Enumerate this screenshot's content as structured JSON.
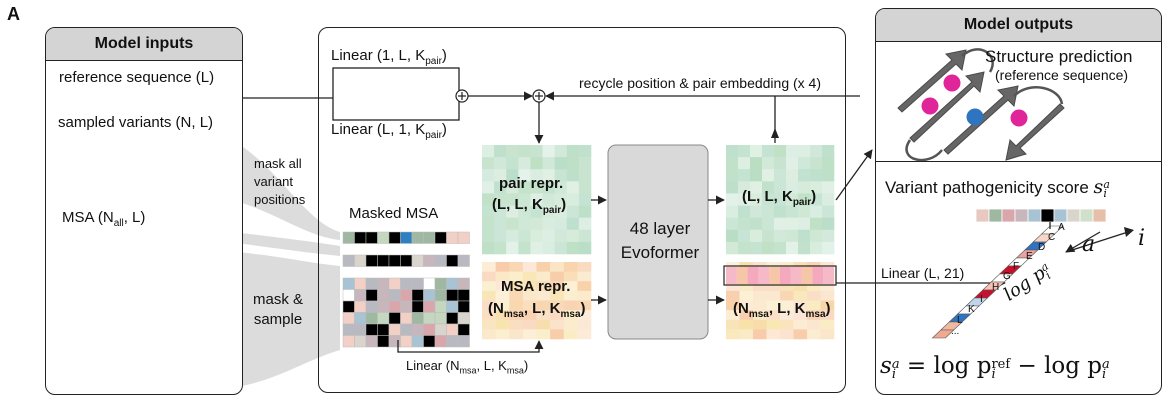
{
  "panel_letter": "A",
  "inputs": {
    "title": "Model inputs",
    "reference_label": "reference sequence (L)",
    "variants_label": "sampled variants (N, L)",
    "msa_label_main": "MSA (N",
    "msa_label_sub": "all",
    "msa_label_end": ", L)"
  },
  "annotations": {
    "mask_all_1": "mask all",
    "mask_all_2": "variant",
    "mask_all_3": "positions",
    "mask_sample_1": "mask &",
    "mask_sample_2": "sample",
    "masked_msa": "Masked MSA",
    "recycle": "recycle position & pair embedding (x 4)"
  },
  "center": {
    "linear_top_main": "Linear (1, L, K",
    "linear_top_sub": "pair",
    "linear_top_end": ")",
    "linear_bot_main": "Linear (L, 1, K",
    "linear_bot_sub": "pair",
    "linear_bot_end": ")",
    "pair_title": "pair repr.",
    "pair_dims_main": "(L, L, K",
    "pair_dims_sub": "pair",
    "pair_dims_end": ")",
    "msa_title": "MSA repr.",
    "msa_dims_a": "(N",
    "msa_dims_a_sub": "msa",
    "msa_dims_b": ", L, K",
    "msa_dims_b_sub": "msa",
    "msa_dims_c": ")",
    "evoformer_1": "48 layer",
    "evoformer_2": "Evoformer",
    "out_pair_main": "(L, L, K",
    "out_pair_sub": "pair",
    "out_pair_end": ")",
    "out_msa_a": "(N",
    "out_msa_a_sub": "msa",
    "out_msa_b": ", L, K",
    "out_msa_b_sub": "msa",
    "out_msa_c": ")",
    "linear_msa_a": "Linear (N",
    "linear_msa_a_sub": "msa",
    "linear_msa_b": ", L, K",
    "linear_msa_b_sub": "msa",
    "linear_msa_c": ")",
    "linear_out": "Linear (L, 21)"
  },
  "outputs": {
    "title": "Model outputs",
    "structure_title": "Structure prediction",
    "structure_sub": "(reference sequence)",
    "score_title": "Variant pathogenicity score",
    "score_symbol_base": "s",
    "score_symbol_sub": "i",
    "score_symbol_sup": "a",
    "axis_a": "a",
    "axis_i": "i",
    "logp_base": "log p",
    "logp_sub": "i",
    "logp_sup": "a",
    "residues": [
      "A",
      "C",
      "D",
      "E",
      "F",
      "G",
      "H",
      "I",
      "K",
      "L",
      "..."
    ],
    "formula_s": "s",
    "formula_s_sub": "i",
    "formula_s_sup": "a",
    "formula_eq": "= log p",
    "formula_ref_sub": "i",
    "formula_ref_sup": "ref",
    "formula_minus": "− log p",
    "formula_p_sub": "i",
    "formula_p_sup": "a"
  },
  "colors": {
    "palette": [
      "#e8c9c2",
      "#9fb8a1",
      "#d9a7ab",
      "#c7b7bd",
      "#2f7fc1",
      "#a8c4d4",
      "#d9d4cc",
      "#c6d7c0",
      "#f2d0c6",
      "#b9b9c2",
      "#e6bfa8",
      "#d0e1cb"
    ],
    "variant_pink": "#e0259a",
    "variant_blue": "#2f7fc1",
    "pair_green": "#cfe8d2",
    "msa_peach": "#f9dcc0",
    "evoformer_gray": "#d9d9d9",
    "red": "#c8102e",
    "blue": "#2e74c0"
  }
}
